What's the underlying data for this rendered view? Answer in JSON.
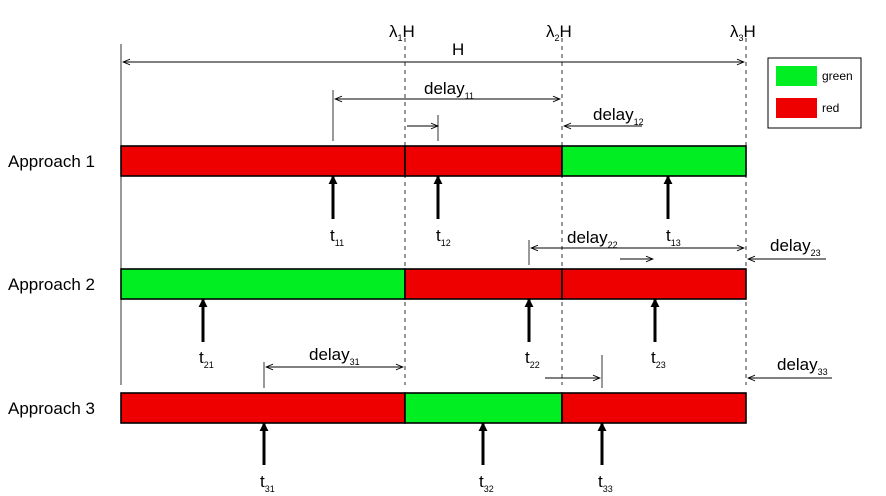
{
  "colors": {
    "green": "#00ee22",
    "red": "#ee0000"
  },
  "legend": [
    {
      "label": "green",
      "color": "green"
    },
    {
      "label": "red",
      "color": "red"
    }
  ],
  "markers": [
    {
      "prefix": "λ",
      "sub": "1",
      "suffix": "H"
    },
    {
      "prefix": "λ",
      "sub": "2",
      "suffix": "H"
    },
    {
      "prefix": "λ",
      "sub": "3",
      "suffix": "H"
    }
  ],
  "horizon_label": "H",
  "approaches": [
    {
      "label": "Approach 1",
      "segments": [
        "red",
        "red",
        "green"
      ]
    },
    {
      "label": "Approach 2",
      "segments": [
        "green",
        "red",
        "red"
      ]
    },
    {
      "label": "Approach 3",
      "segments": [
        "red",
        "green",
        "red"
      ]
    }
  ],
  "arrivals": [
    {
      "base": "t",
      "sub": "11"
    },
    {
      "base": "t",
      "sub": "12"
    },
    {
      "base": "t",
      "sub": "13"
    },
    {
      "base": "t",
      "sub": "21"
    },
    {
      "base": "t",
      "sub": "22"
    },
    {
      "base": "t",
      "sub": "23"
    },
    {
      "base": "t",
      "sub": "31"
    },
    {
      "base": "t",
      "sub": "32"
    },
    {
      "base": "t",
      "sub": "33"
    }
  ],
  "delays": [
    {
      "base": "delay",
      "sub": "11"
    },
    {
      "base": "delay",
      "sub": "12"
    },
    {
      "base": "delay",
      "sub": "22"
    },
    {
      "base": "delay",
      "sub": "23"
    },
    {
      "base": "delay",
      "sub": "31"
    },
    {
      "base": "delay",
      "sub": "33"
    }
  ]
}
